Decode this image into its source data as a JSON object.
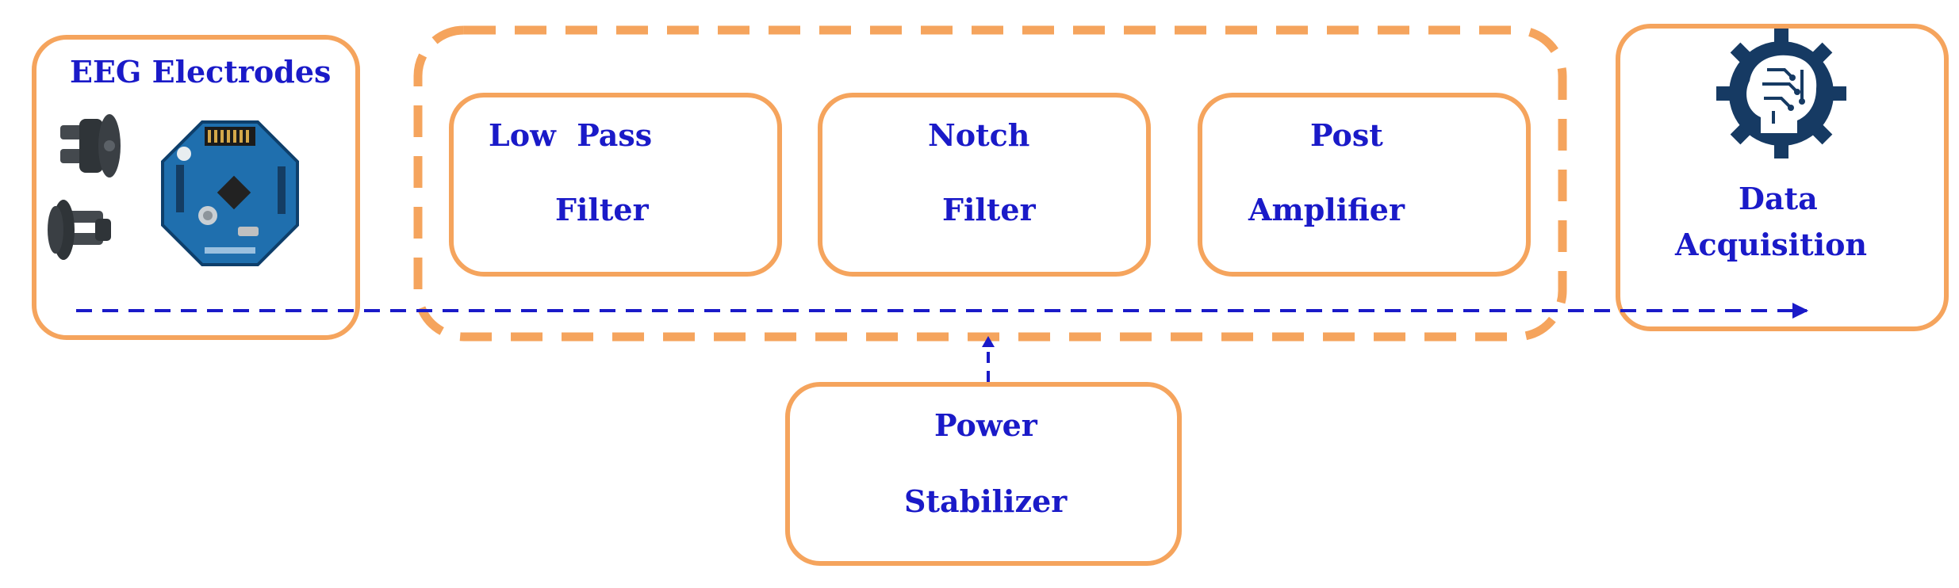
{
  "colors": {
    "box_border": "#f5a45d",
    "text": "#1a1ac8",
    "arrow": "#1a1ac8",
    "board": "#1f6fae",
    "board_edge": "#0e3f6b",
    "electrode": "#3a3f44",
    "gear": "#163a63"
  },
  "nodes": {
    "eeg": {
      "label": "EEG Electrodes",
      "icons": [
        "electrode-clip-icon",
        "electrode-clip-icon",
        "openbci-ganglion-board-icon"
      ]
    },
    "low_pass": {
      "line1": "Low  Pass",
      "line2": "Filter"
    },
    "notch": {
      "line1": "Notch",
      "line2": "Filter"
    },
    "post_amp": {
      "line1": "Post",
      "line2": "Amplifier"
    },
    "data_acq": {
      "line1": "Data",
      "line2": "Acquisition",
      "icon": "ai-head-gear-icon"
    },
    "power": {
      "line1": "Power",
      "line2": "Stabilizer"
    }
  },
  "edges": [
    {
      "from": "eeg",
      "to": "data_acq",
      "style": "dashed-arrow"
    },
    {
      "from": "power",
      "to": "filter-group",
      "style": "dashed-arrow"
    }
  ],
  "groups": [
    {
      "id": "filter-group",
      "members": [
        "low_pass",
        "notch",
        "post_amp"
      ],
      "style": "dashed"
    }
  ]
}
